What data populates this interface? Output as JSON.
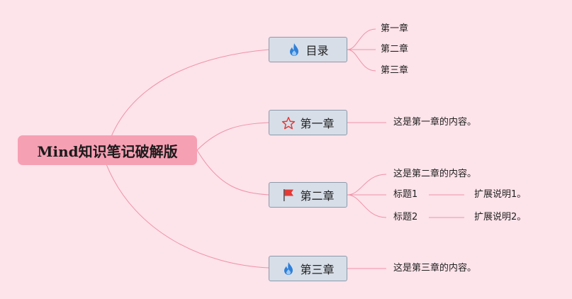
{
  "root": {
    "label": "Mind知识笔记破解版"
  },
  "branches": [
    {
      "label": "目录",
      "icon": "flame-icon",
      "children": [
        "第一章",
        "第二章",
        "第三章"
      ]
    },
    {
      "label": "第一章",
      "icon": "star-icon",
      "children": [
        "这是第一章的内容。"
      ]
    },
    {
      "label": "第二章",
      "icon": "flag-icon",
      "children": [
        "这是第二章的内容。",
        "标题1",
        "标题2"
      ],
      "sub_children": [
        "扩展说明1。",
        "扩展说明2。"
      ]
    },
    {
      "label": "第三章",
      "icon": "flame-icon",
      "children": [
        "这是第三章的内容。"
      ]
    }
  ],
  "colors": {
    "background": "#fde3ea",
    "root_fill": "#f6a0b4",
    "branch_fill": "#d7dee8",
    "connector": "#ee93a8",
    "flame": "#2f80d8",
    "star": "#e53935",
    "flag": "#e53935"
  }
}
